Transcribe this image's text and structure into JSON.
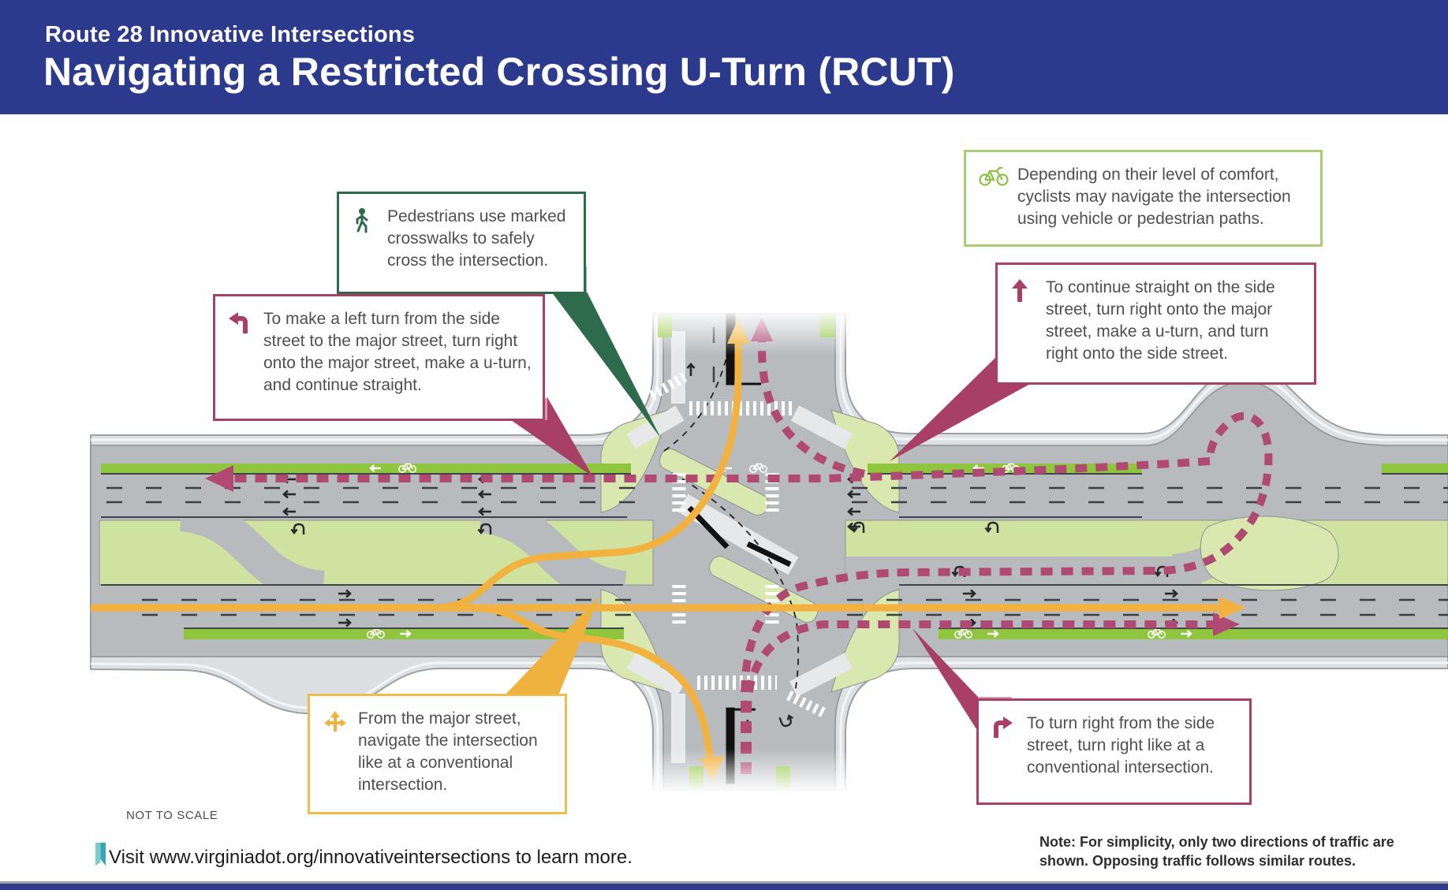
{
  "header": {
    "eyebrow": "Route 28 Innovative Intersections",
    "title": "Navigating a Restricted Crossing U-Turn (RCUT)"
  },
  "callouts": {
    "pedestrian": {
      "text": "Pedestrians use marked crosswalks to safely cross the intersection.",
      "icon": "pedestrian-icon",
      "border_color": "#2e6b4d"
    },
    "left_turn": {
      "text": "To make a left turn from the side street to the major street, turn right onto the major street, make a u-turn, and continue straight.",
      "icon": "left-turn-arrow-icon",
      "border_color": "#a84066"
    },
    "cyclist": {
      "text": "Depending on their level of comfort, cyclists may navigate the intersection using vehicle or pedestrian paths.",
      "icon": "bicycle-icon",
      "border_color": "#aacd74"
    },
    "continue_straight": {
      "text": "To continue straight on the side street, turn right onto the major street, make a u-turn, and turn right onto the side street.",
      "icon": "up-arrow-icon",
      "border_color": "#a84066"
    },
    "major_street": {
      "text": "From the major street, navigate the intersection like at a conventional intersection.",
      "icon": "three-way-arrow-icon",
      "border_color": "#eebc4a"
    },
    "right_turn": {
      "text": "To turn right from the side street, turn right like at a conventional intersection.",
      "icon": "right-turn-arrow-icon",
      "border_color": "#a84066"
    }
  },
  "footer": {
    "scale_note": "NOT TO SCALE",
    "visit_text": "Visit www.virginiadot.org/innovativeintersections to learn more.",
    "traffic_note": "Note: For simplicity, only two directions of traffic are shown. Opposing traffic follows similar routes."
  },
  "colors": {
    "header_bg": "#2c3a8e",
    "route_maroon": "#b04a73",
    "maroon_border": "#a84066",
    "route_yellow": "#f3b23f",
    "yellow_border": "#eebc4a",
    "pedestrian_green": "#2e6b4d",
    "cyclist_green_border": "#aacd74",
    "bike_lane_green": "#90c63e",
    "median_green": "#cfe2a0",
    "road_gray": "#b7bbbe"
  }
}
